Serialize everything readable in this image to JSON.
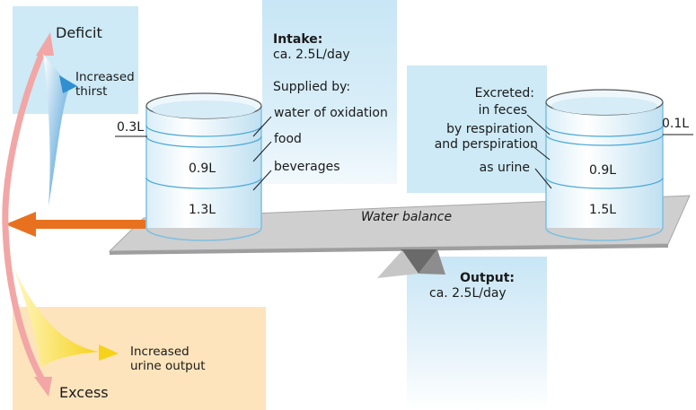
{
  "deficit": {
    "title": "Deficit",
    "response_line1": "Increased",
    "response_line2": "thirst"
  },
  "excess": {
    "title": "Excess",
    "response_line1": "Increased",
    "response_line2": "urine output"
  },
  "intake": {
    "title": "Intake:",
    "amount": "ca. 2.5L/day",
    "supplied_by": "Supplied by:",
    "sources": [
      "water of oxidation",
      "food",
      "beverages"
    ],
    "cylinder_values": [
      "0.3L",
      "0.9L",
      "1.3L"
    ]
  },
  "output": {
    "title": "Output:",
    "amount": "ca. 2.5L/day",
    "excreted": "Excreted:",
    "routes": [
      "in feces",
      "by respiration",
      "and perspiration",
      "as urine"
    ],
    "cylinder_values": [
      "0.1L",
      "0.9L",
      "1.5L"
    ]
  },
  "balance_label": "Water balance",
  "colors": {
    "panel_blue": "#cdeaf6",
    "panel_orange": "#fde4bc",
    "arrow_orange": "#e8711f",
    "arrow_pink": "#f2a6a6",
    "balance_gray": "#c9c9c9"
  }
}
